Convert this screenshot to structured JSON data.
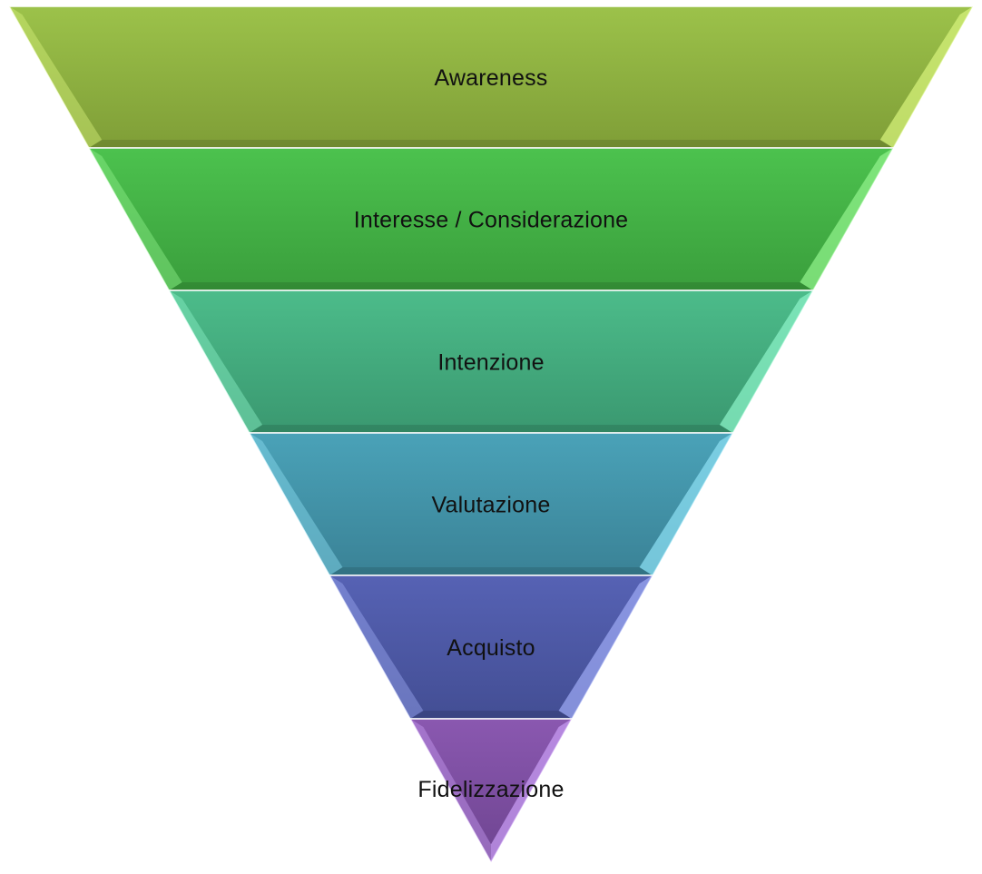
{
  "funnel": {
    "stages": [
      {
        "label": "Awareness",
        "color": "#9cc24a",
        "dark": "#7f9e37",
        "light": "#d4f07a"
      },
      {
        "label": "Interesse / Considerazione",
        "color": "#4cc24e",
        "dark": "#3a9e3c",
        "light": "#8ff08a"
      },
      {
        "label": "Intenzione",
        "color": "#4cbc8a",
        "dark": "#3a9870",
        "light": "#8af0c6"
      },
      {
        "label": "Valutazione",
        "color": "#4aa2b8",
        "dark": "#3a8296",
        "light": "#8adcf0"
      },
      {
        "label": "Acquisto",
        "color": "#5662b4",
        "dark": "#434e94",
        "light": "#9aa6f0"
      },
      {
        "label": "Fidelizzazione",
        "color": "#8a58b0",
        "dark": "#6e4490",
        "light": "#c69af0"
      }
    ]
  }
}
